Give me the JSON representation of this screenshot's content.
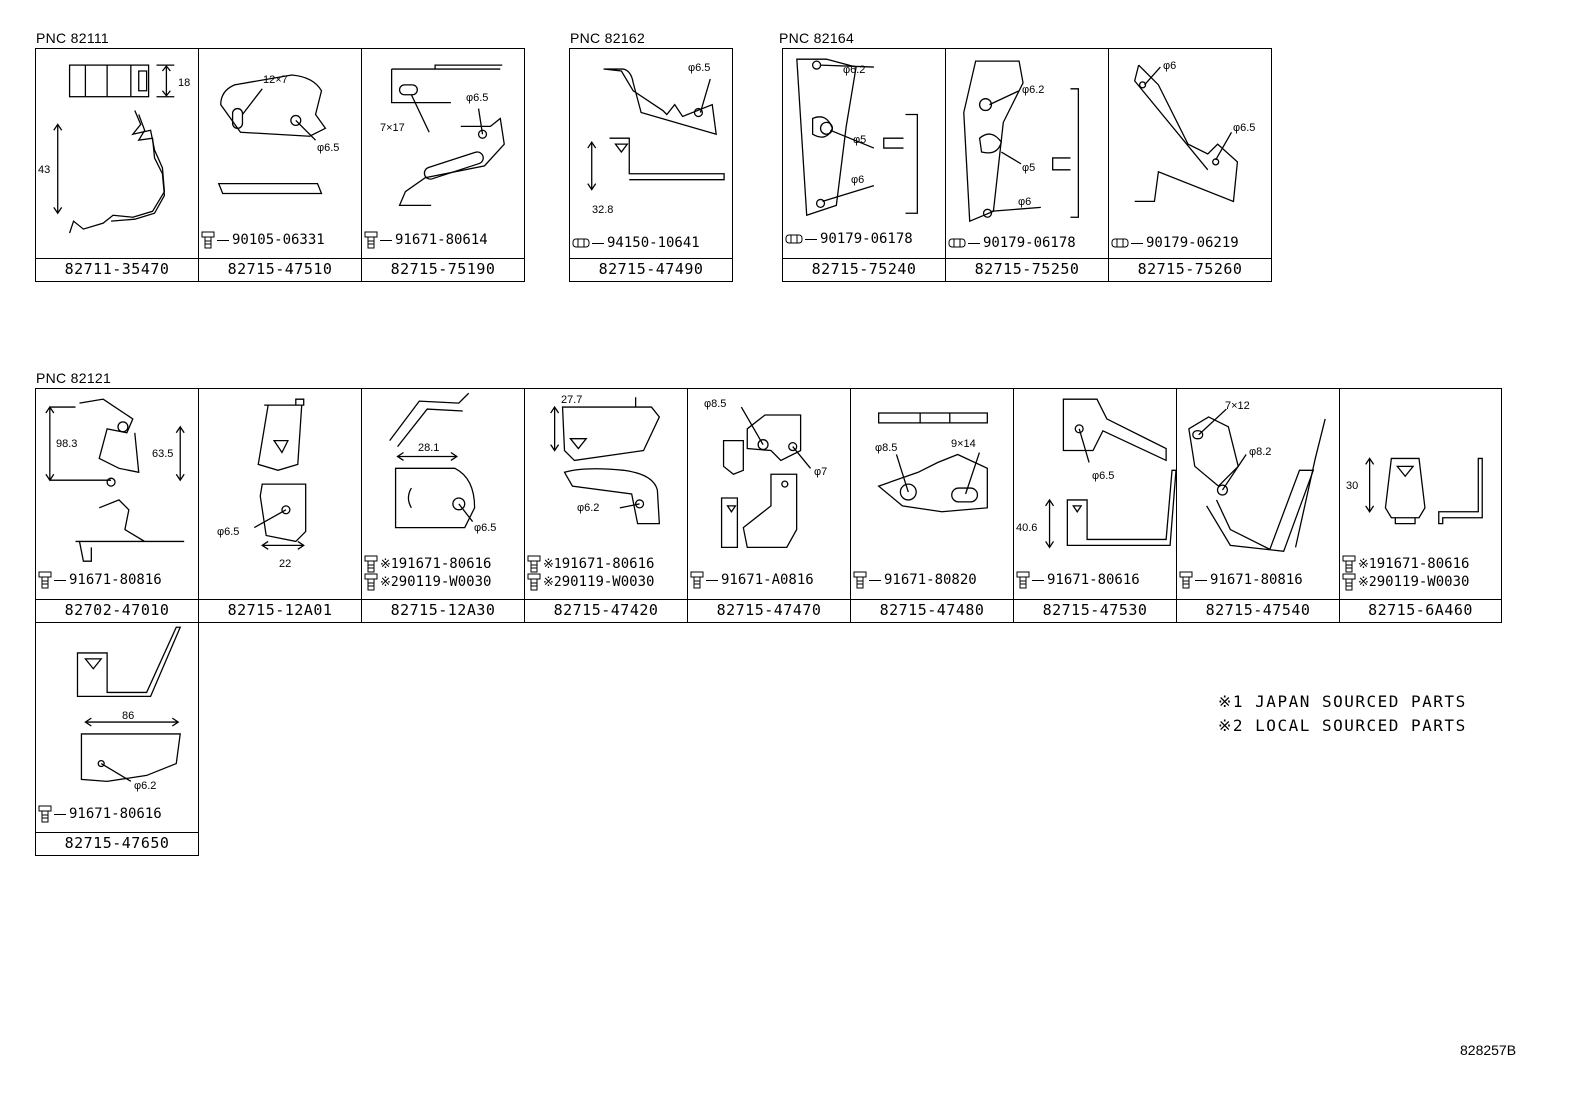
{
  "groups": [
    {
      "pnc": "PNC 82111",
      "parts": [
        {
          "part_number": "82711-35470",
          "dims": [
            "18",
            "43"
          ],
          "fasteners": []
        },
        {
          "part_number": "82715-47510",
          "dims": [
            "12×7",
            "φ6.5"
          ],
          "fasteners": [
            {
              "mark": "",
              "number": "90105-06331",
              "type": "bolt"
            }
          ]
        },
        {
          "part_number": "82715-75190",
          "dims": [
            "7×17",
            "φ6.5"
          ],
          "fasteners": [
            {
              "mark": "",
              "number": "91671-80614",
              "type": "bolt"
            }
          ]
        }
      ]
    },
    {
      "pnc": "PNC 82162",
      "parts": [
        {
          "part_number": "82715-47490",
          "dims": [
            "φ6.5",
            "32.8"
          ],
          "fasteners": [
            {
              "mark": "",
              "number": "94150-10641",
              "type": "nut"
            }
          ]
        }
      ]
    },
    {
      "pnc": "PNC 82164",
      "parts": [
        {
          "part_number": "82715-75240",
          "dims": [
            "φ6.2",
            "φ5",
            "φ6"
          ],
          "fasteners": [
            {
              "mark": "",
              "number": "90179-06178",
              "type": "nut"
            }
          ]
        },
        {
          "part_number": "82715-75250",
          "dims": [
            "φ6.2",
            "φ5",
            "φ6"
          ],
          "fasteners": [
            {
              "mark": "",
              "number": "90179-06178",
              "type": "nut"
            }
          ]
        },
        {
          "part_number": "82715-75260",
          "dims": [
            "φ6",
            "φ6.5"
          ],
          "fasteners": [
            {
              "mark": "",
              "number": "90179-06219",
              "type": "nut"
            }
          ]
        }
      ]
    },
    {
      "pnc": "PNC 82121",
      "parts": [
        {
          "part_number": "82702-47010",
          "dims": [
            "98.3",
            "63.5"
          ],
          "fasteners": [
            {
              "mark": "",
              "number": "91671-80816",
              "type": "bolt"
            }
          ]
        },
        {
          "part_number": "82715-12A01",
          "dims": [
            "φ6.5",
            "22"
          ],
          "fasteners": []
        },
        {
          "part_number": "82715-12A30",
          "dims": [
            "28.1",
            "φ6.5"
          ],
          "fasteners": [
            {
              "mark": "※1",
              "number": "91671-80616",
              "type": "bolt"
            },
            {
              "mark": "※2",
              "number": "90119-W0030",
              "type": "bolt"
            }
          ]
        },
        {
          "part_number": "82715-47420",
          "dims": [
            "27.7",
            "φ6.2"
          ],
          "fasteners": [
            {
              "mark": "※1",
              "number": "91671-80616",
              "type": "bolt"
            },
            {
              "mark": "※2",
              "number": "90119-W0030",
              "type": "bolt"
            }
          ]
        },
        {
          "part_number": "82715-47470",
          "dims": [
            "φ8.5",
            "φ7"
          ],
          "fasteners": [
            {
              "mark": "",
              "number": "91671-A0816",
              "type": "bolt"
            }
          ]
        },
        {
          "part_number": "82715-47480",
          "dims": [
            "φ8.5",
            "9×14"
          ],
          "fasteners": [
            {
              "mark": "",
              "number": "91671-80820",
              "type": "bolt"
            }
          ]
        },
        {
          "part_number": "82715-47530",
          "dims": [
            "φ6.5",
            "40.6"
          ],
          "fasteners": [
            {
              "mark": "",
              "number": "91671-80616",
              "type": "bolt"
            }
          ]
        },
        {
          "part_number": "82715-47540",
          "dims": [
            "7×12",
            "φ8.2"
          ],
          "fasteners": [
            {
              "mark": "",
              "number": "91671-80816",
              "type": "bolt"
            }
          ]
        },
        {
          "part_number": "82715-6A460",
          "dims": [
            "30"
          ],
          "fasteners": [
            {
              "mark": "※1",
              "number": "91671-80616",
              "type": "bolt"
            },
            {
              "mark": "※2",
              "number": "90119-W0030",
              "type": "bolt"
            }
          ]
        },
        {
          "part_number": "82715-47650",
          "dims": [
            "86",
            "φ6.2"
          ],
          "fasteners": [
            {
              "mark": "",
              "number": "91671-80616",
              "type": "bolt"
            }
          ]
        }
      ]
    }
  ],
  "notes": [
    "※1 JAPAN SOURCED PARTS",
    "※2 LOCAL SOURCED PARTS"
  ],
  "figure_id": "828257B"
}
